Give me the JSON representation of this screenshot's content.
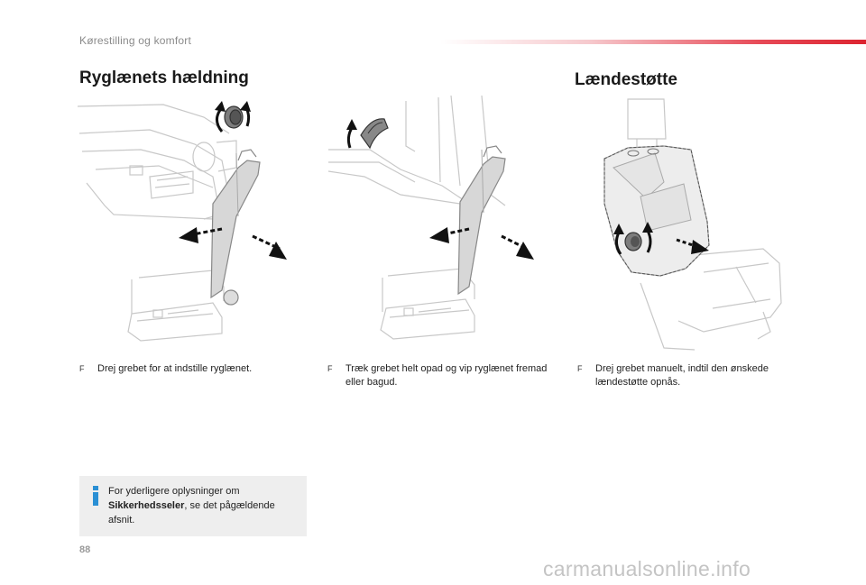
{
  "header": {
    "chapter": "Kørestilling og komfort"
  },
  "sections": {
    "recline_title": "Ryglænets hældning",
    "lumbar_title": "Lændestøtte"
  },
  "instructions": {
    "bullet_glyph": "F",
    "col1": "Drej grebet for at indstille ryglænet.",
    "col2": "Træk grebet helt opad og vip ryglænet fremad eller bagud.",
    "col3": "Drej grebet manuelt, indtil den ønskede lændestøtte opnås."
  },
  "info": {
    "icon": "info-icon",
    "text_before": "For yderligere oplysninger om ",
    "text_bold": "Sikkerhedsseler",
    "text_after": ", se det pågældende afsnit."
  },
  "footer": {
    "page_number": "88",
    "watermark": "carmanualsonline.info"
  },
  "colors": {
    "accent_red": "#dc2430",
    "info_blue": "#2a8fd4",
    "box_grey": "#eeeeee",
    "arrow_black": "#111111"
  }
}
